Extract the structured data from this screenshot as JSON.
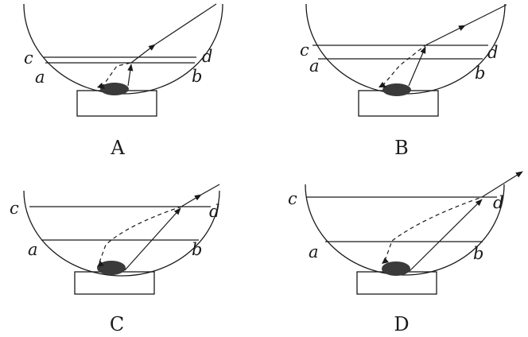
{
  "panels": [
    {
      "caption": "A",
      "labels": {
        "c": "c",
        "d": "d",
        "a": "a",
        "b": "b"
      }
    },
    {
      "caption": "B",
      "labels": {
        "c": "c",
        "d": "d",
        "a": "a",
        "b": "b"
      }
    },
    {
      "caption": "C",
      "labels": {
        "c": "c",
        "d": "d",
        "a": "a",
        "b": "b"
      }
    },
    {
      "caption": "D",
      "labels": {
        "c": "c",
        "d": "d",
        "a": "a",
        "b": "b"
      }
    }
  ],
  "colors": {
    "ink": "#1a1a1a",
    "coin": "#3a3a3a",
    "background": "#ffffff"
  }
}
